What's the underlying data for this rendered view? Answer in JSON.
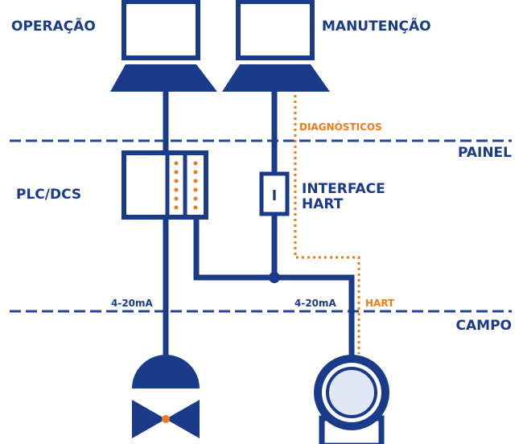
{
  "labels": {
    "operacao": "OPERAÇÃO",
    "manutencao": "MANUTENÇÃO",
    "diagnosticos": "DIAGNÓSTICOS",
    "painel": "PAINEL",
    "plc_dcs": "PLC/DCS",
    "interface_symbol": "I",
    "interface_line1": "INTERFACE",
    "interface_line2": "HART",
    "current_left": "4-20mA",
    "current_right": "4-20mA",
    "hart": "HART",
    "campo": "CAMPO"
  },
  "colors": {
    "navy": "#1a3a8a",
    "dash": "#23479a",
    "orange": "#f07a1a",
    "field_fill": "#dfe8f4"
  }
}
